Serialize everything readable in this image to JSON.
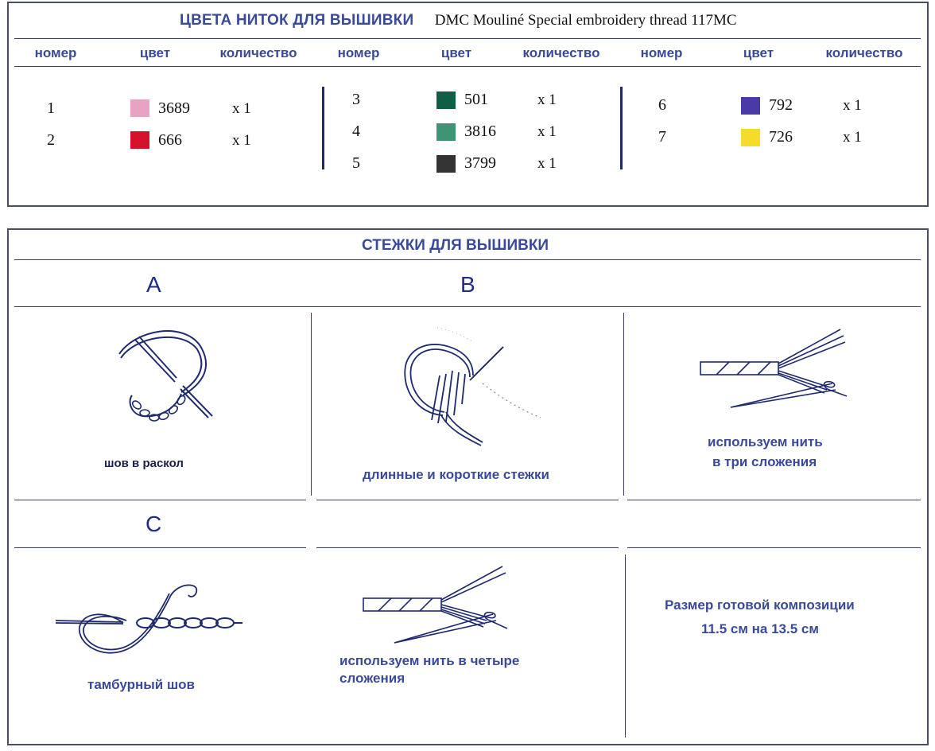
{
  "threads": {
    "title_ru": "ЦВЕТА НИТОК ДЛЯ ВЫШИВКИ",
    "title_en": "DMC Mouliné Special embroidery thread 117MC",
    "headers": {
      "number": "номер",
      "color": "цвет",
      "quantity": "количество"
    },
    "columns": [
      [
        {
          "num": "1",
          "code": "3689",
          "qty": "x 1",
          "color": "#e8a3c4"
        },
        {
          "num": "2",
          "code": "666",
          "qty": "x 1",
          "color": "#d4102a"
        }
      ],
      [
        {
          "num": "3",
          "code": "501",
          "qty": "x 1",
          "color": "#0f5e46"
        },
        {
          "num": "4",
          "code": "3816",
          "qty": "x 1",
          "color": "#3f9476"
        },
        {
          "num": "5",
          "code": "3799",
          "qty": "x 1",
          "color": "#333333"
        }
      ],
      [
        {
          "num": "6",
          "code": "792",
          "qty": "x 1",
          "color": "#4a3aa6"
        },
        {
          "num": "7",
          "code": "726",
          "qty": "x 1",
          "color": "#f5dc2a"
        }
      ]
    ]
  },
  "stitches": {
    "title": "СТЕЖКИ ДЛЯ ВЫШИВКИ",
    "letters": {
      "a": "A",
      "b": "B",
      "c": "C"
    },
    "split_stitch": "шов в раскол",
    "long_short": "длинные и короткие стежки",
    "three_strands_1": "используем нить",
    "three_strands_2": "в три сложения",
    "chain_stitch": "тамбурный шов",
    "four_strands_1": "используем нить в четыре",
    "four_strands_2": "сложения",
    "size_1": "Размер готовой композиции",
    "size_2": "11.5 см на 13.5 см"
  },
  "icons": {
    "split": "split-stitch-icon",
    "longshort": "long-short-stitch-icon",
    "needle3": "needle-three-strands-icon",
    "chain": "chain-stitch-icon",
    "needle4": "needle-four-strands-icon"
  }
}
